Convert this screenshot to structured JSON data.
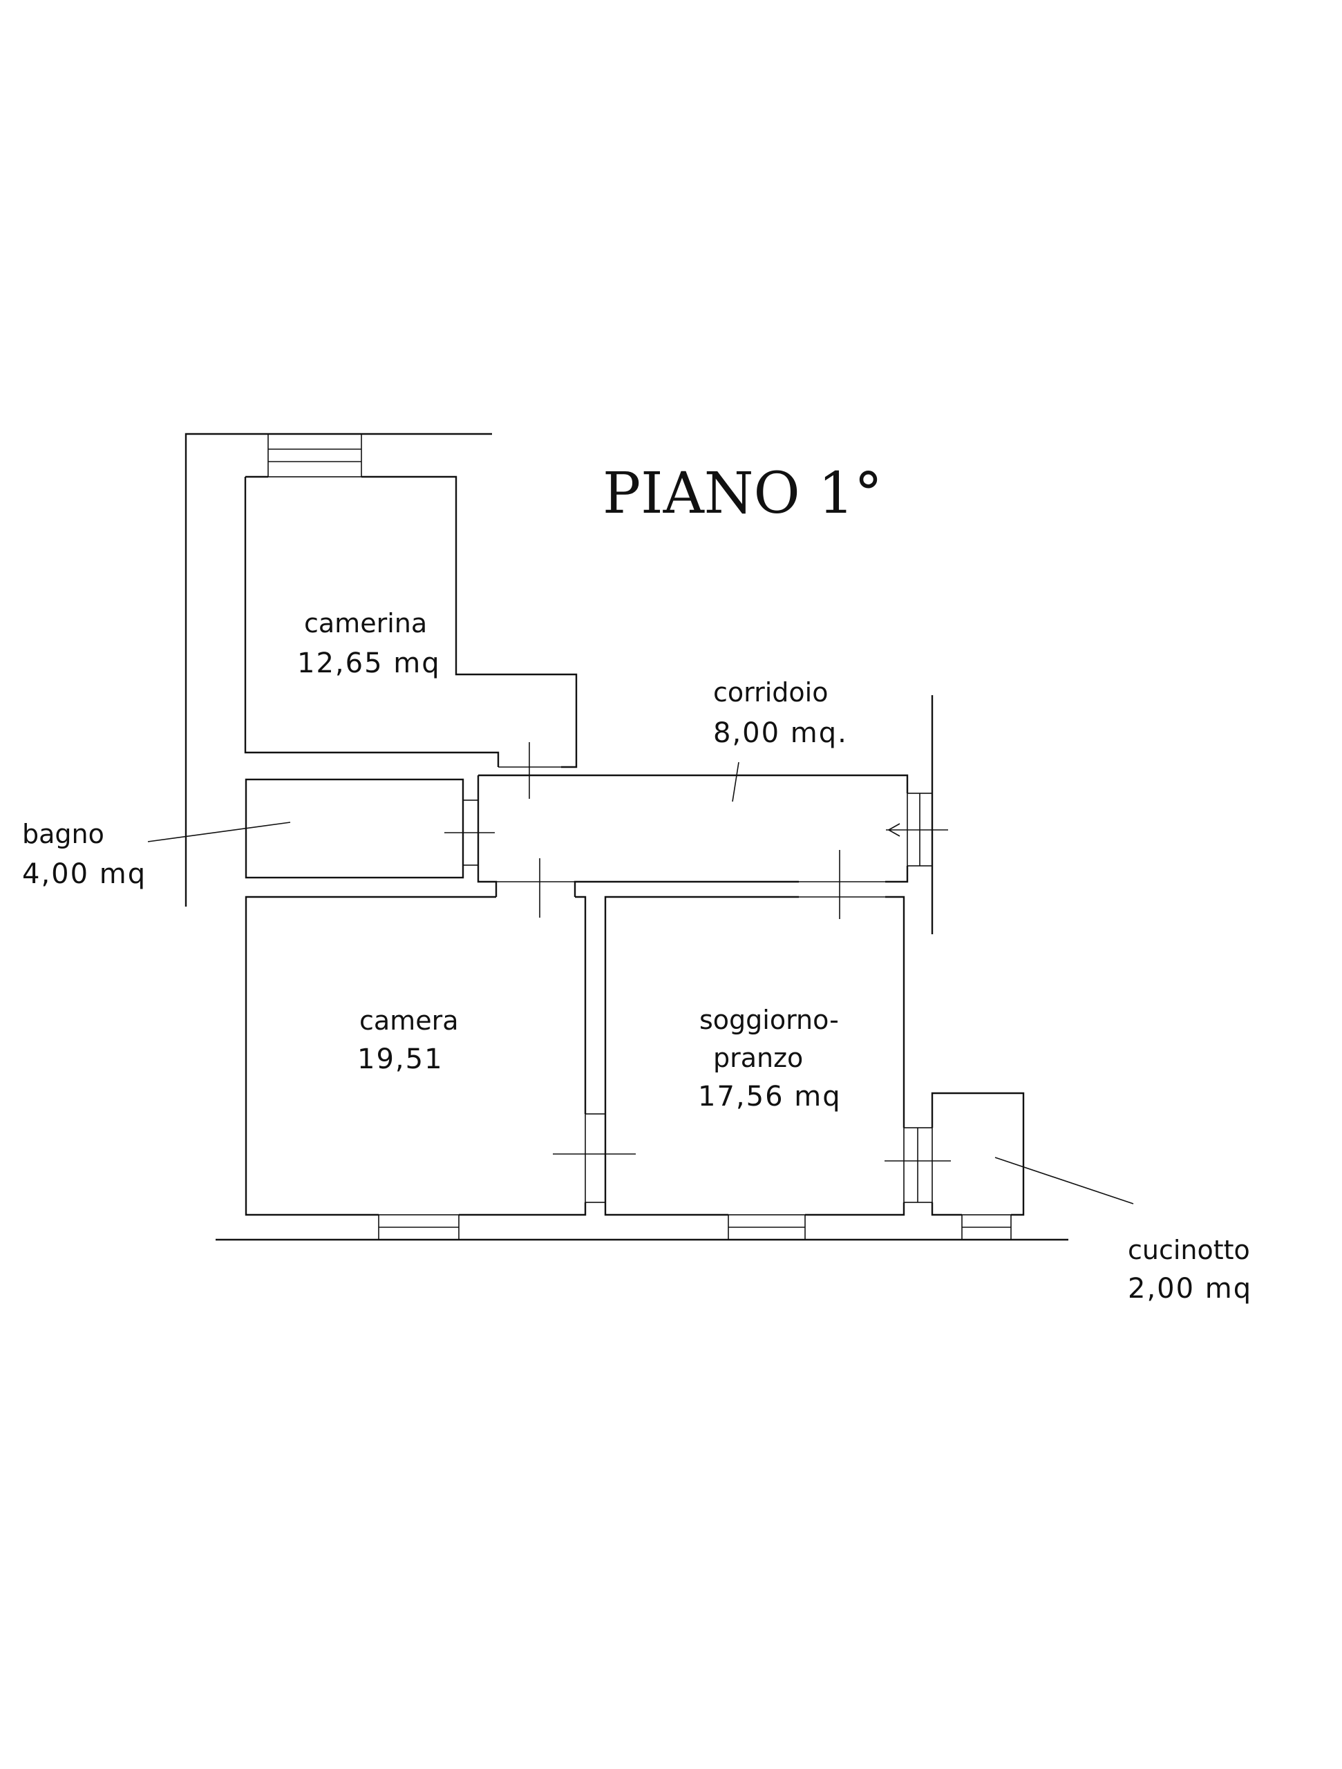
{
  "title": "PIANO 1°",
  "rooms": {
    "camerina": {
      "name": "camerina",
      "area": "12,65 mq"
    },
    "corridoio": {
      "name": "corridoio",
      "area": "8,00 mq."
    },
    "bagno": {
      "name": "bagno",
      "area": "4,00 mq"
    },
    "camera": {
      "name": "camera",
      "area": "19,51"
    },
    "soggiorno": {
      "name": "soggiorno-",
      "name2": "pranzo",
      "area": "17,56 mq"
    },
    "cucinotto": {
      "name": "cucinotto",
      "area": "2,00 mq"
    }
  }
}
